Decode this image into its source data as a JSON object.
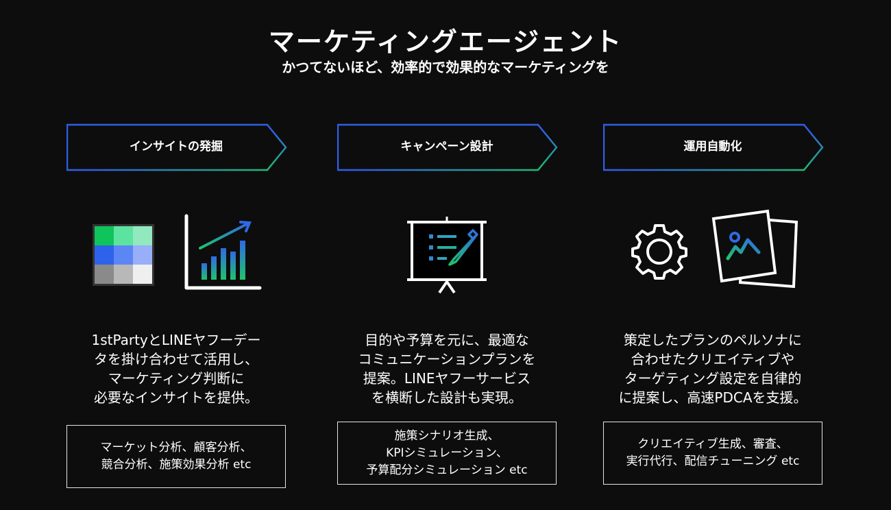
{
  "header": {
    "title": "マーケティングエージェント",
    "subtitle": "かつてないほど、効率的で効果的なマーケティングを"
  },
  "colors": {
    "background": "#0d0d0d",
    "gradient_start": "#2f5fe6",
    "gradient_end": "#1fc46a"
  },
  "columns": [
    {
      "heading": "インサイトの発掘",
      "icons": [
        "data-grid-icon",
        "bar-chart-growth-icon"
      ],
      "description": [
        "1stPartyとLINEヤフーデー",
        "タを掛け合わせて活用し、",
        "マーケティング判断に",
        "必要なインサイトを提供。"
      ],
      "examples": [
        "マーケット分析、顧客分析、",
        "競合分析、施策効果分析 etc"
      ]
    },
    {
      "heading": "キャンペーン設計",
      "icons": [
        "presentation-board-icon"
      ],
      "description": [
        "目的や予算を元に、最適な",
        "コミュニケーションプランを",
        "提案。LINEヤフーサービス",
        "を横断した設計も実現。"
      ],
      "examples": [
        "施策シナリオ生成、",
        "KPIシミュレーション、",
        "予算配分シミュレーション etc"
      ]
    },
    {
      "heading": "運用自動化",
      "icons": [
        "gear-icon",
        "image-cards-icon"
      ],
      "description": [
        "策定したプランのペルソナに",
        "合わせたクリエイティブや",
        "ターゲティング設定を自律的",
        "に提案し、高速PDCAを支援。"
      ],
      "examples": [
        "クリエイティブ生成、審査、",
        "実行代行、配信チューニング etc"
      ]
    }
  ]
}
